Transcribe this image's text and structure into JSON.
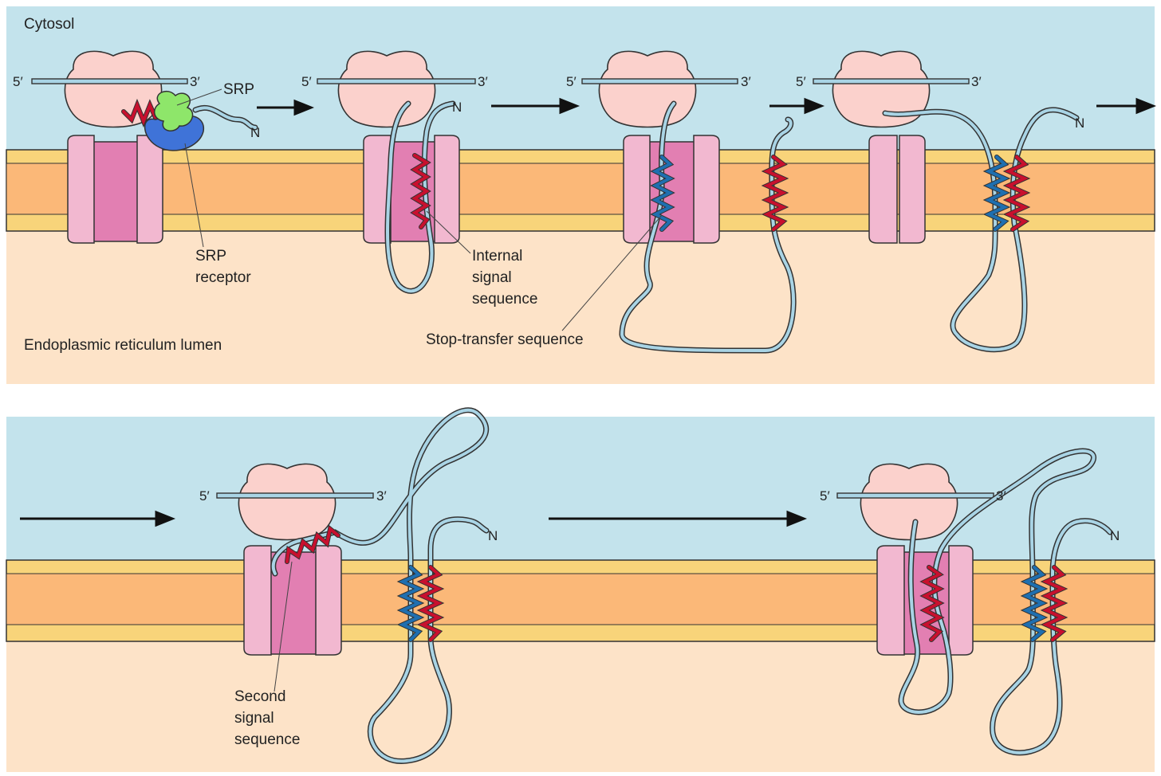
{
  "colors": {
    "cytosol": "#c3e3ec",
    "lumen": "#fde3c8",
    "membrane_core": "#fbb878",
    "membrane_edge": "#f8d47a",
    "ribosome": "#fbd1cc",
    "translocon_outer": "#f2b8d0",
    "translocon_inner": "#e27fb2",
    "peptide": "#a9d4e5",
    "signal_red": "#c8102e",
    "stop_transfer_blue": "#1f6fb0",
    "srp": "#8ee66a",
    "srp_receptor": "#3f73d8"
  },
  "labels": {
    "cytosol": "Cytosol",
    "lumen": "Endoplasmic reticulum lumen",
    "srp": "SRP",
    "srp_receptor_1": "SRP",
    "srp_receptor_2": "receptor",
    "internal_1": "Internal",
    "internal_2": "signal",
    "internal_3": "sequence",
    "stop_transfer": "Stop-transfer sequence",
    "second_1": "Second",
    "second_2": "signal",
    "second_3": "sequence",
    "five_prime": "5′",
    "three_prime": "3′",
    "n_terminus": "N"
  },
  "icons": [
    "ribosome-icon",
    "translocon-icon",
    "arrow-right-icon"
  ]
}
